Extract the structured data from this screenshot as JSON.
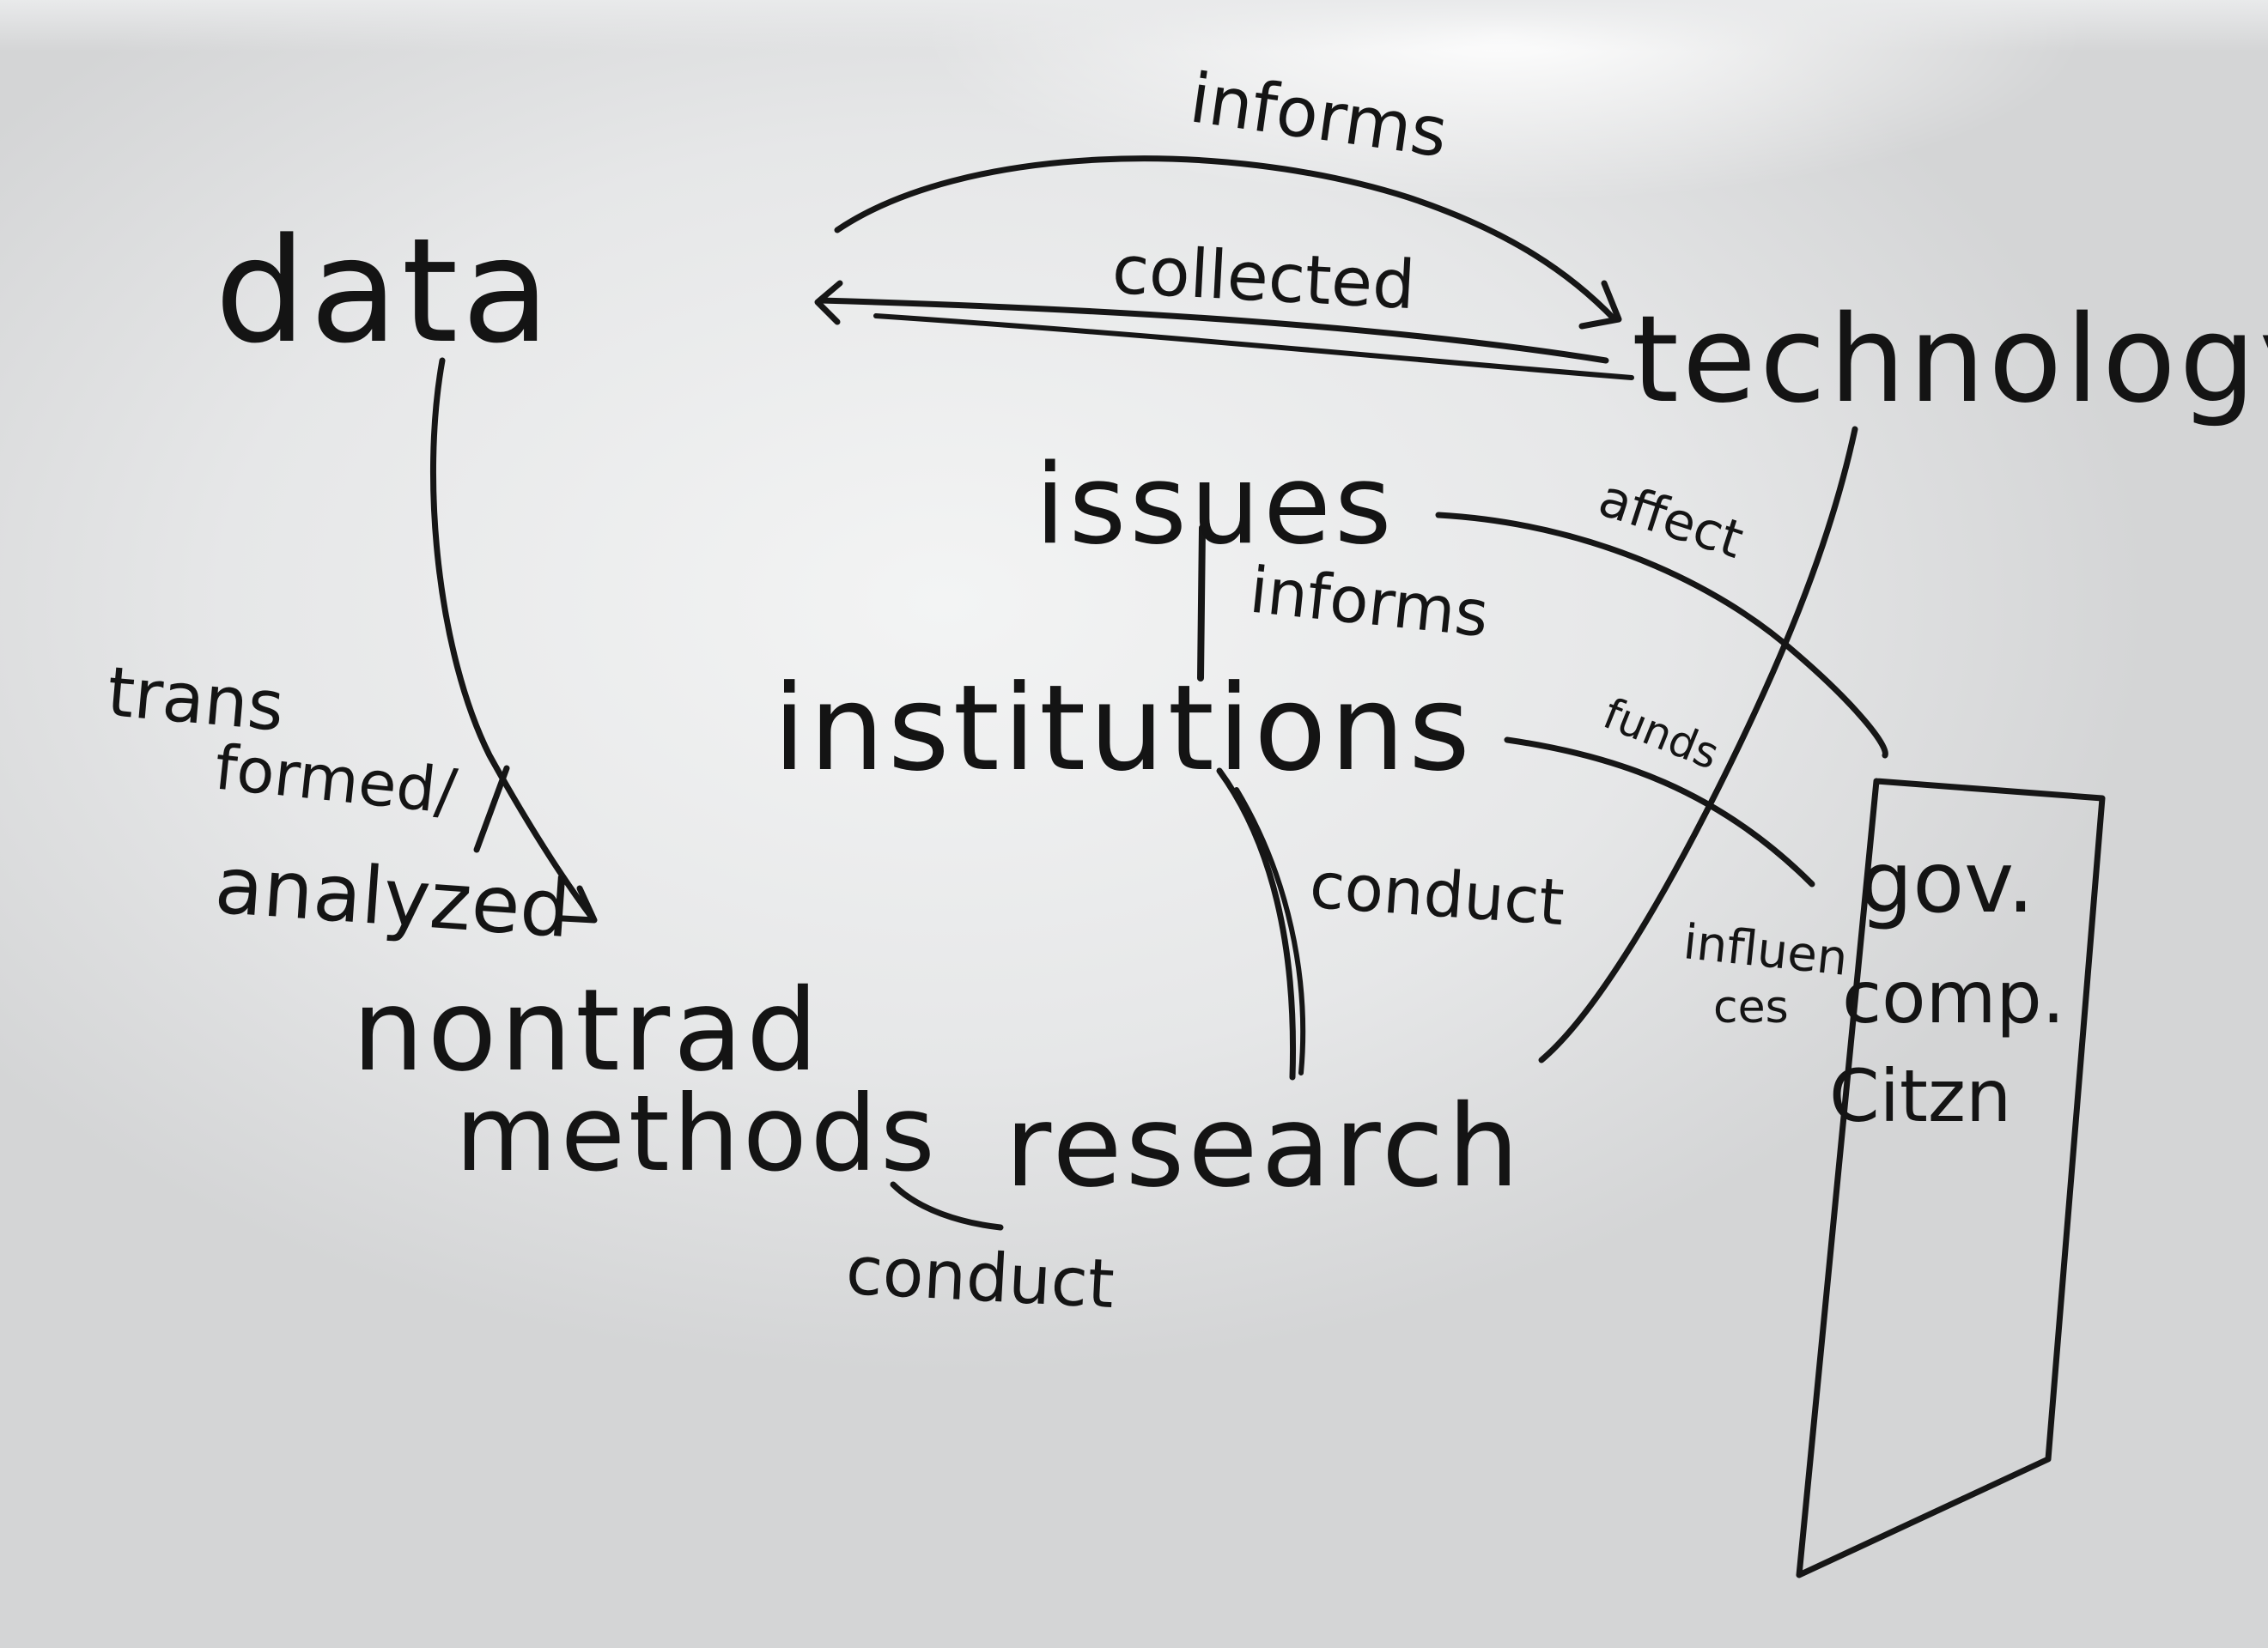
{
  "image_type": "whiteboard photo of a handwritten concept map",
  "nodes": {
    "data": "data",
    "technology": "technology",
    "issues": "issues",
    "institutions": "institutions",
    "research": "research",
    "nontrad_line1": "nontrad",
    "nontrad_line2": "methods"
  },
  "edge_labels": {
    "informs_top": "informs",
    "collected": "collected",
    "informs_mid": "informs",
    "affect": "affect",
    "funds": "funds",
    "conduct_right": "conduct",
    "influences_line1": "influen",
    "influences_line2": "ces",
    "transformed_line1": "trans",
    "transformed_line2": "formed/",
    "analyzed": "analyzed",
    "conduct_bottom": "conduct"
  },
  "actor_box": {
    "items": [
      "gov.",
      "comp.",
      "Citzn"
    ]
  },
  "colors": {
    "ink": "#161616",
    "board": "#e6e7e8"
  }
}
